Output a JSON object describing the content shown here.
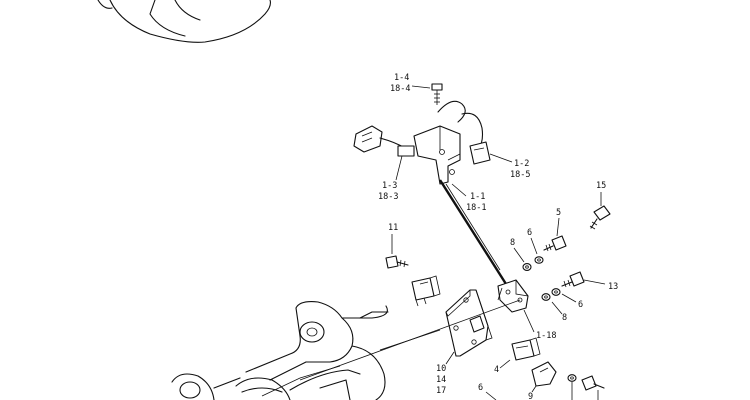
{
  "callouts": {
    "c_1_4": "1-4",
    "c_18_4": "18-4",
    "c_1_2": "1-2",
    "c_18_5": "18-5",
    "c_1_3": "1-3",
    "c_18_3": "18-3",
    "c_1_1": "1-1",
    "c_18_1": "18-1",
    "c_15": "15",
    "c_11": "11",
    "c_8a": "8",
    "c_6a": "6",
    "c_5": "5",
    "c_13": "13",
    "c_6b": "6",
    "c_8b": "8",
    "c_1_18": "1-18",
    "c_10": "10",
    "c_14": "14",
    "c_17": "17",
    "c_4": "4",
    "c_9": "9",
    "c_6c": "6"
  },
  "colors": {
    "ink": "#111111",
    "paper": "#ffffff"
  }
}
